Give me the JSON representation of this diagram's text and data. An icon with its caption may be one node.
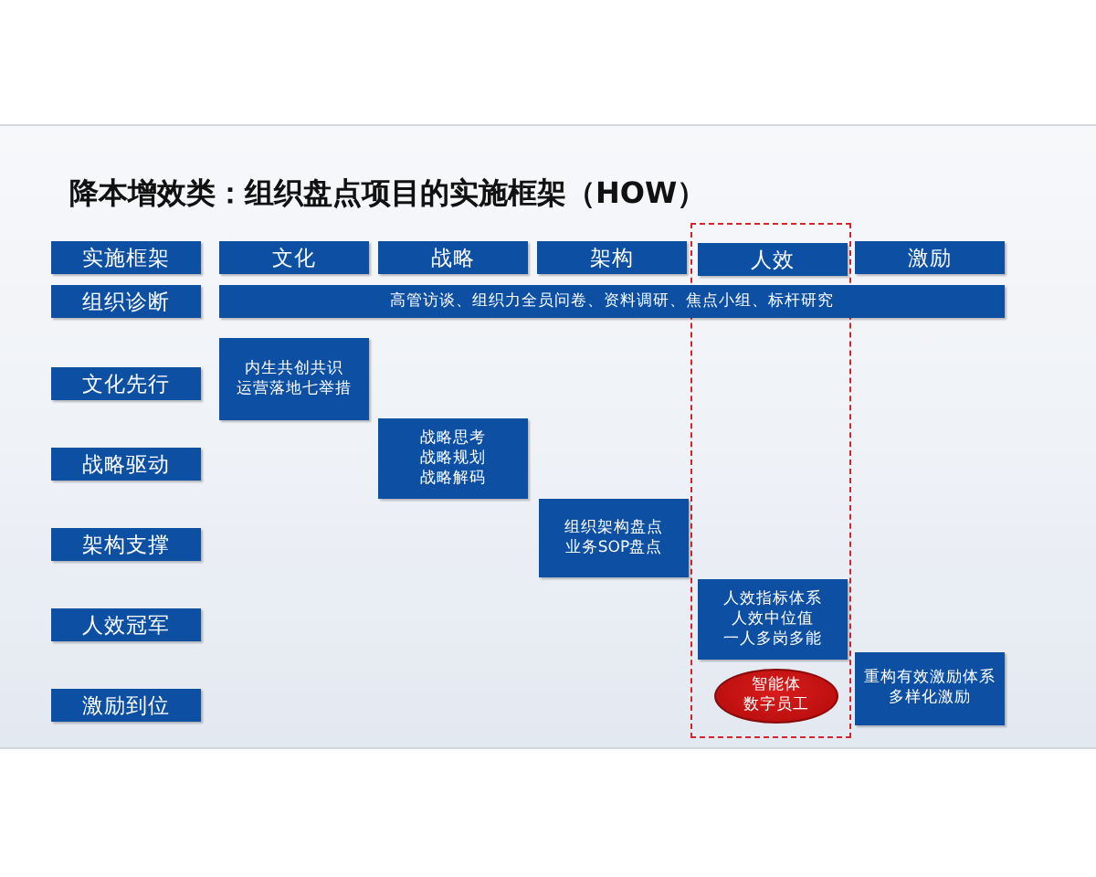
{
  "diagram": {
    "title": "降本增效类：组织盘点项目的实施框架（HOW）",
    "nodes": [
      {
        "text": [
          "实施框架"
        ]
      },
      {
        "text": [
          "文化"
        ]
      },
      {
        "text": [
          "战略"
        ]
      },
      {
        "text": [
          "架构"
        ]
      },
      {
        "text": [],
        "shape": "box"
      },
      {
        "text": [
          "人效"
        ],
        "in": 4
      },
      {
        "text": [
          "激励"
        ]
      },
      {
        "text": [
          "组织诊断"
        ]
      },
      {
        "text": [
          "高管访谈、组织力全员问卷、资料调研、焦点小组、标杆研究"
        ]
      },
      {
        "text": [
          "文化先行"
        ]
      },
      {
        "text": [
          "内生共创共识",
          "运营落地七举措"
        ]
      },
      {
        "text": [
          "战略驱动"
        ]
      },
      {
        "text": [
          "战略思考",
          "战略规划",
          "战略解码"
        ]
      },
      {
        "text": [
          "架构支撑"
        ]
      },
      {
        "text": [
          "组织架构盘点",
          "业务SOP盘点"
        ]
      },
      {
        "text": [
          "人效冠军"
        ]
      },
      {
        "text": [
          "人效指标体系",
          "人效中位值",
          "一人多岗多能"
        ],
        "in": 4
      },
      {
        "text": [
          "激励到位"
        ]
      },
      {
        "text": [
          "智能体",
          "数字员工"
        ],
        "in": 4
      },
      {
        "text": [
          "重构有效激励体系",
          "多样化激励"
        ]
      }
    ]
  }
}
